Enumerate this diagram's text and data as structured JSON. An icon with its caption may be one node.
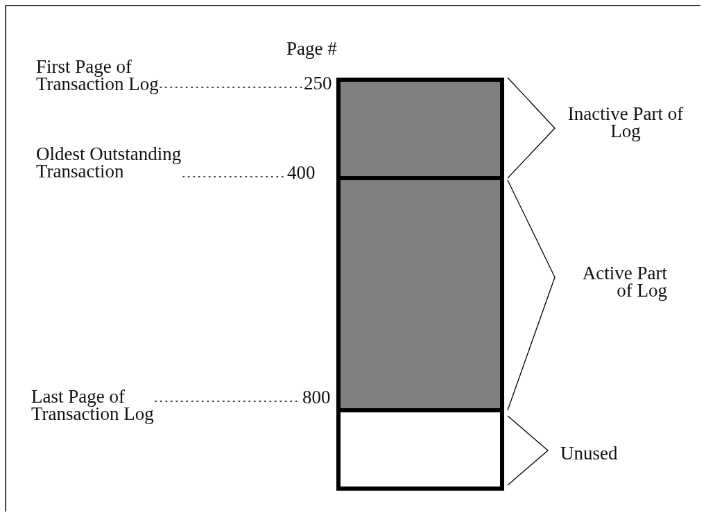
{
  "diagram": {
    "nodes": [
      {
        "text": [
          "First Page of Transaction Log"
        ]
      },
      {
        "text": [
          "250"
        ]
      },
      {
        "text": [
          "Oldest Outstanding Transaction"
        ]
      },
      {
        "text": [
          "400"
        ]
      },
      {
        "text": [
          "Last Page of Transaction Log"
        ]
      },
      {
        "text": [
          "800"
        ]
      },
      {
        "text": [],
        "shape": "box"
      },
      {
        "text": [],
        "shape": "box"
      },
      {
        "text": [],
        "shape": "box"
      }
    ],
    "edges": [
      {
        "from": 0,
        "to": 1,
        "arrow": "none",
        "style": "dashed"
      },
      {
        "from": 2,
        "to": 3,
        "arrow": "none",
        "style": "dashed"
      },
      {
        "from": 4,
        "to": 5,
        "arrow": "none",
        "style": "dashed"
      }
    ],
    "labels": [
      "Page #",
      "Inactive Part of Log",
      "Active Part of Log",
      "Unused"
    ]
  }
}
